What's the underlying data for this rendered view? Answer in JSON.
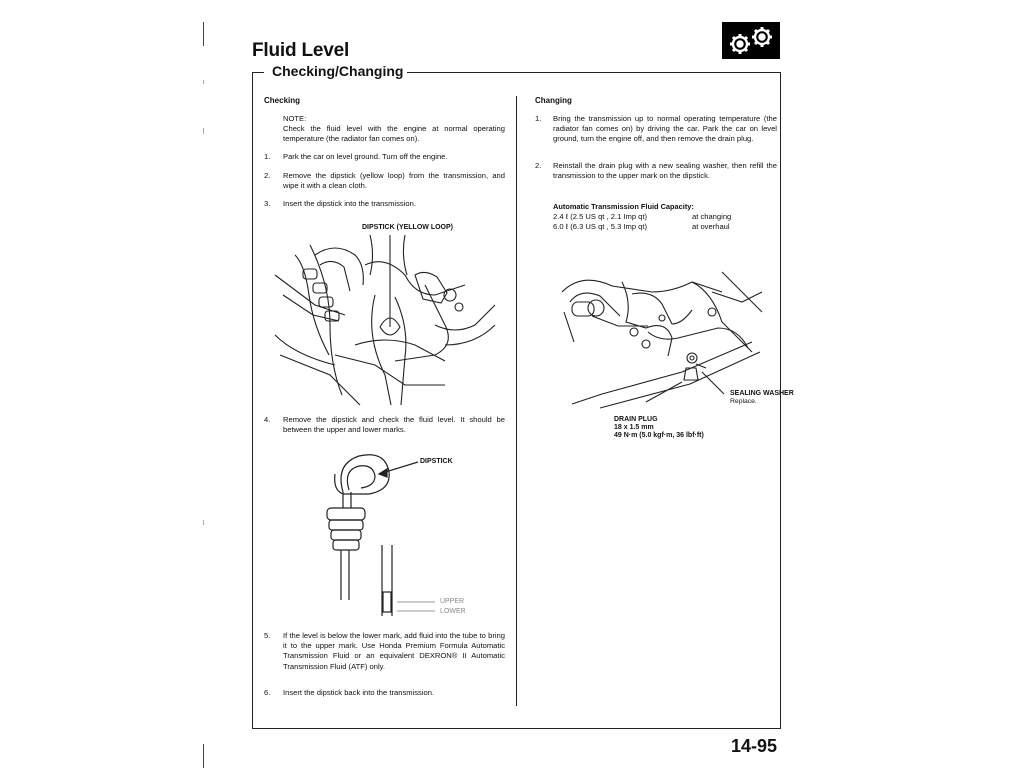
{
  "header": {
    "title": "Fluid Level",
    "subtitle": "Checking/Changing",
    "gear_icon": "gears-icon"
  },
  "checking": {
    "heading": "Checking",
    "note_label": "NOTE:",
    "note_text": "Check the fluid level with the engine at normal operating temperature (the radiator fan comes on).",
    "steps": [
      {
        "num": "1.",
        "text": "Park the car on level ground. Turn off the engine."
      },
      {
        "num": "2.",
        "text": "Remove the dipstick (yellow loop) from the transmission, and wipe it with a clean cloth."
      },
      {
        "num": "3.",
        "text": "Insert the dipstick into the transmission."
      },
      {
        "num": "4.",
        "text": "Remove the dipstick and check the fluid level. It should be between the upper and lower marks."
      },
      {
        "num": "5.",
        "text": "If the level is below the lower mark, add fluid into the tube to bring it to the upper mark. Use Honda Premium Formula Automatic Transmission Fluid or an equivalent DEXRON® II Automatic Transmission Fluid (ATF) only."
      },
      {
        "num": "6.",
        "text": "Insert the dipstick back into the transmission."
      }
    ],
    "figure1_label": "DIPSTICK (YELLOW LOOP)",
    "figure2_label": "DIPSTICK",
    "upper_label": "UPPER",
    "lower_label": "LOWER"
  },
  "changing": {
    "heading": "Changing",
    "steps": [
      {
        "num": "1.",
        "text": "Bring the transmission up to normal operating temperature (the radiator fan comes on) by driving the car. Park the car on level ground, turn the engine off, and then remove the drain plug."
      },
      {
        "num": "2.",
        "text": "Reinstall the drain plug with a new sealing washer, then refill the transmission to the upper mark on the dipstick."
      }
    ],
    "capacity_title": "Automatic Transmission Fluid Capacity:",
    "capacity_rows": [
      {
        "amount": "2.4 ℓ (2.5 US qt , 2.1 Imp qt)",
        "when": "at changing"
      },
      {
        "amount": "6.0 ℓ (6.3 US qt , 5.3 Imp qt)",
        "when": "at overhaul"
      }
    ],
    "sealing_label": "SEALING WASHER",
    "sealing_note": "Replace.",
    "drain_label": "DRAIN PLUG",
    "drain_size": "18 x 1.5 mm",
    "drain_torque": "49 N·m (5.0 kgf·m, 36 lbf·ft)"
  },
  "footer": {
    "page_number": "14-95"
  }
}
